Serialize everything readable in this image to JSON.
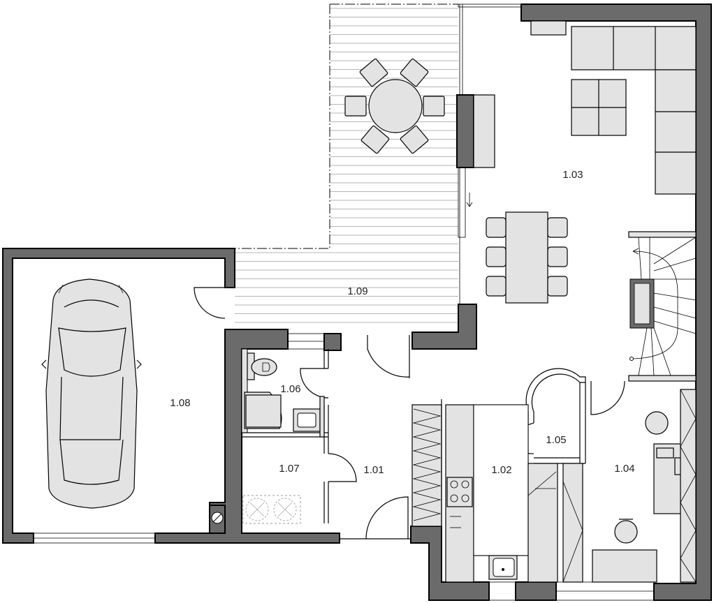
{
  "rooms": {
    "r101": "1.01",
    "r102": "1.02",
    "r103": "1.03",
    "r104": "1.04",
    "r105": "1.05",
    "r106": "1.06",
    "r107": "1.07",
    "r108": "1.08",
    "r109": "1.09"
  }
}
